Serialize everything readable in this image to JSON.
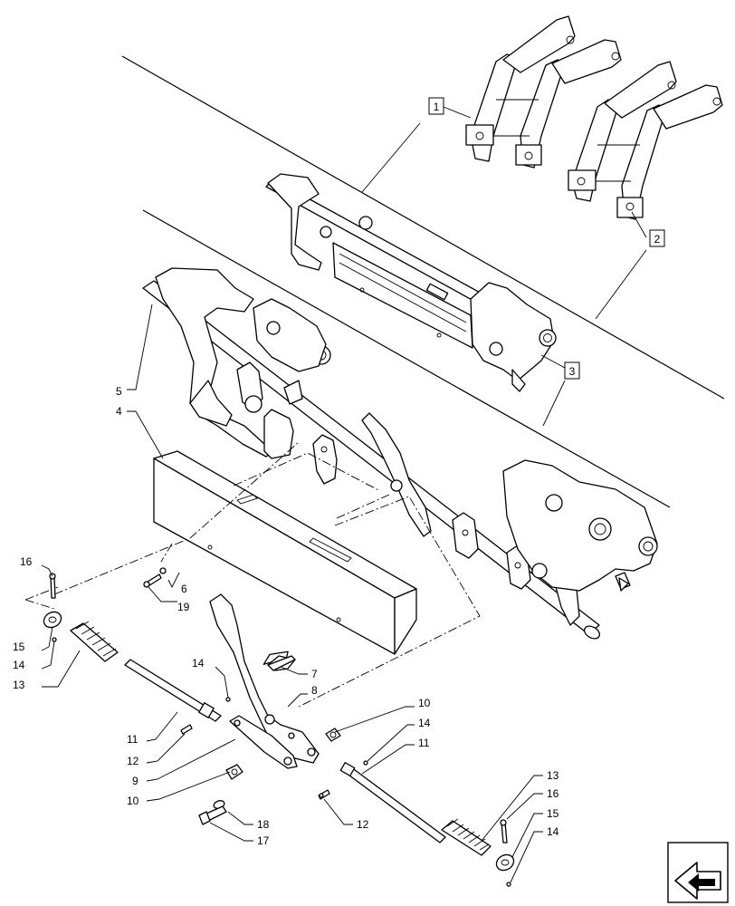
{
  "diagram": {
    "boxed_callouts": [
      "1",
      "2",
      "3"
    ],
    "callouts": {
      "c4": "4",
      "c5": "5",
      "c6": "6",
      "c7": "7",
      "c8": "8",
      "c9": "9",
      "c10a": "10",
      "c10b": "10",
      "c11a": "11",
      "c11b": "11",
      "c12a": "12",
      "c12b": "12",
      "c13a": "13",
      "c13b": "13",
      "c14a": "14",
      "c14b": "14",
      "c14c": "14",
      "c14d": "14",
      "c15a": "15",
      "c15b": "15",
      "c16a": "16",
      "c16b": "16",
      "c17": "17",
      "c18": "18",
      "c19": "19"
    },
    "nav_icon": "next-page-arrow-icon"
  }
}
